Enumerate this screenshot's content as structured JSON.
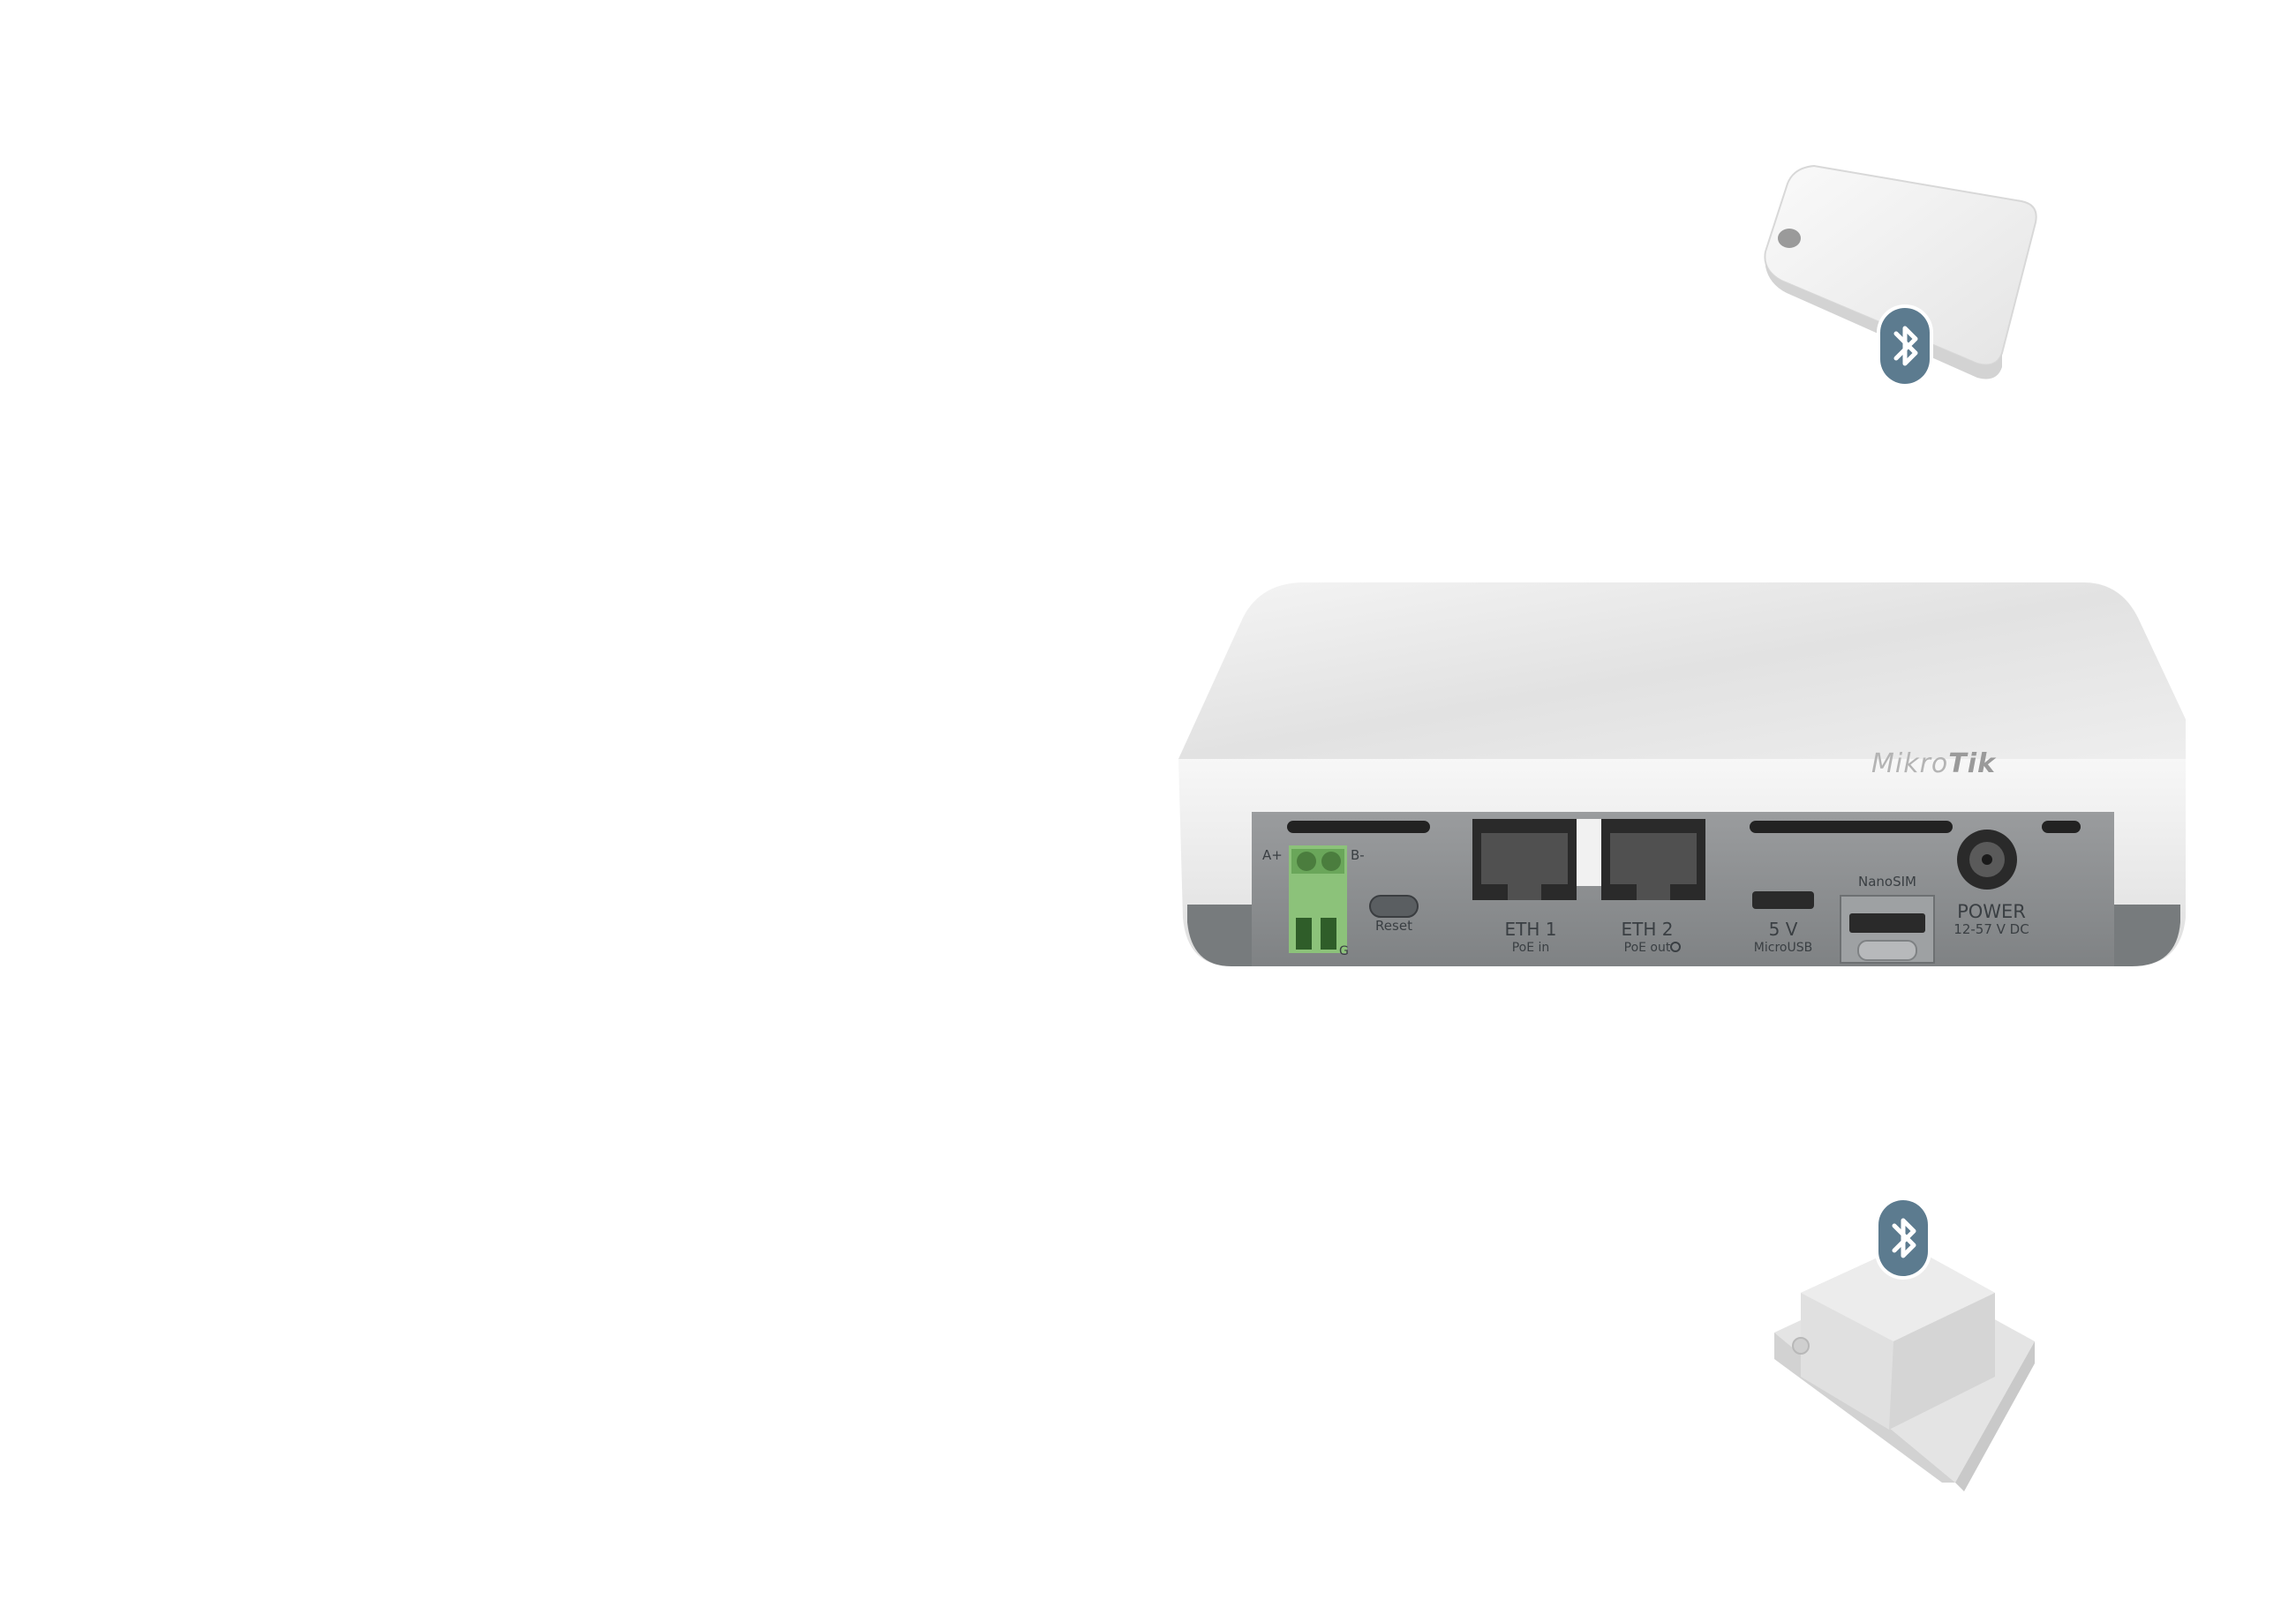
{
  "router": {
    "brand": {
      "prefix": "Mikro",
      "suffix": "Tik"
    },
    "ports": {
      "rs485": {
        "a": "A+",
        "b": "B-",
        "gnd": "G"
      },
      "reset": "Reset",
      "eth1": {
        "name": "ETH 1",
        "sub": "PoE in"
      },
      "eth2": {
        "name": "ETH 2",
        "sub": "PoE out"
      },
      "usb": {
        "name": "5 V",
        "sub": "MicroUSB"
      },
      "sim": "NanoSIM",
      "power": {
        "name": "POWER",
        "sub": "12-57 V DC"
      }
    }
  },
  "colors": {
    "bluetooth_badge": "#5c7b8f",
    "terminal_block": "#8cc27a",
    "housing": "#eeeeee",
    "panel": "#8c8f91"
  },
  "icons": {
    "badge_top": "bluetooth-icon",
    "badge_bottom": "bluetooth-icon"
  }
}
